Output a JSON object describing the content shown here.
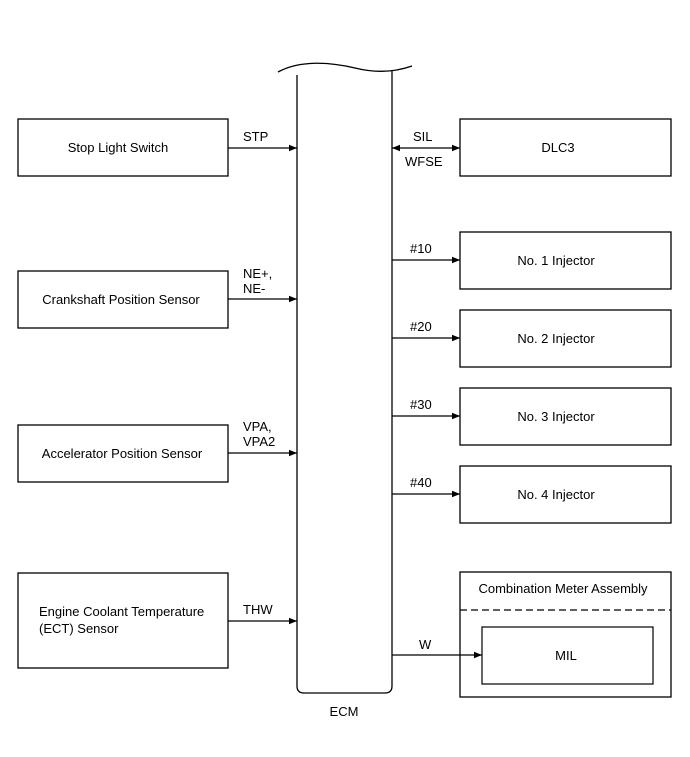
{
  "ecm": {
    "label": "ECM"
  },
  "inputs": [
    {
      "box": [
        "Stop Light Switch"
      ],
      "signal": [
        "STP"
      ]
    },
    {
      "box": [
        "Crankshaft Position Sensor"
      ],
      "signal": [
        "NE+,",
        "NE-"
      ]
    },
    {
      "box": [
        "Accelerator Position Sensor"
      ],
      "signal": [
        "VPA,",
        "VPA2"
      ]
    },
    {
      "box": [
        "Engine Coolant Temperature",
        "(ECT) Sensor"
      ],
      "signal": [
        "THW"
      ]
    }
  ],
  "dlc": {
    "box": "DLC3",
    "signal_top": "SIL",
    "signal_bottom": "WFSE"
  },
  "injectors": [
    {
      "box": "No. 1 Injector",
      "signal": "#10"
    },
    {
      "box": "No. 2 Injector",
      "signal": "#20"
    },
    {
      "box": "No. 3 Injector",
      "signal": "#30"
    },
    {
      "box": "No. 4 Injector",
      "signal": "#40"
    }
  ],
  "meter": {
    "title": "Combination Meter Assembly",
    "mil": "MIL",
    "signal": "W"
  }
}
